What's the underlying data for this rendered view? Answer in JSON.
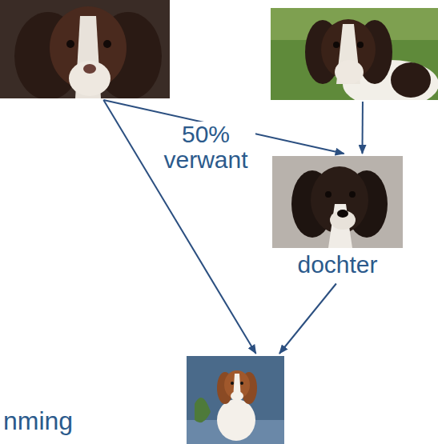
{
  "diagram": {
    "nodes": [
      {
        "text": []
      },
      {
        "text": []
      },
      {
        "text": [
          "dochter"
        ]
      },
      {
        "text": []
      }
    ],
    "edges": [
      {
        "from": 0,
        "to": 2,
        "arrow": "to",
        "label": "50% verwant"
      },
      {
        "from": 1,
        "to": 2,
        "arrow": "to"
      },
      {
        "from": 0,
        "to": 3,
        "arrow": "to"
      },
      {
        "from": 2,
        "to": 3,
        "arrow": "to"
      }
    ],
    "labels": [
      "nming"
    ]
  }
}
